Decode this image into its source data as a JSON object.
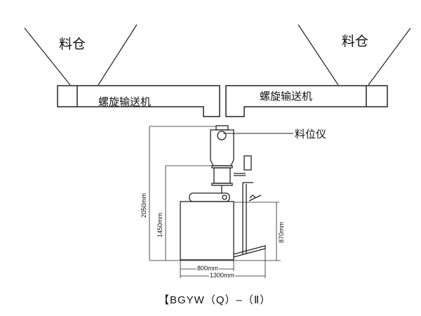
{
  "labels": {
    "hopper_left": "料仓",
    "hopper_right": "料仓",
    "conveyor_left": "螺旋输送机",
    "conveyor_right": "螺旋输送机",
    "level_sensor": "料位仪"
  },
  "dimensions": {
    "total_height": "2050mm",
    "inlet_height": "1450mm",
    "outlet_height": "870mm",
    "body_width": "800mm",
    "total_width": "1300mm"
  },
  "model": "【BGYW（Q）–（Ⅱ）"
}
